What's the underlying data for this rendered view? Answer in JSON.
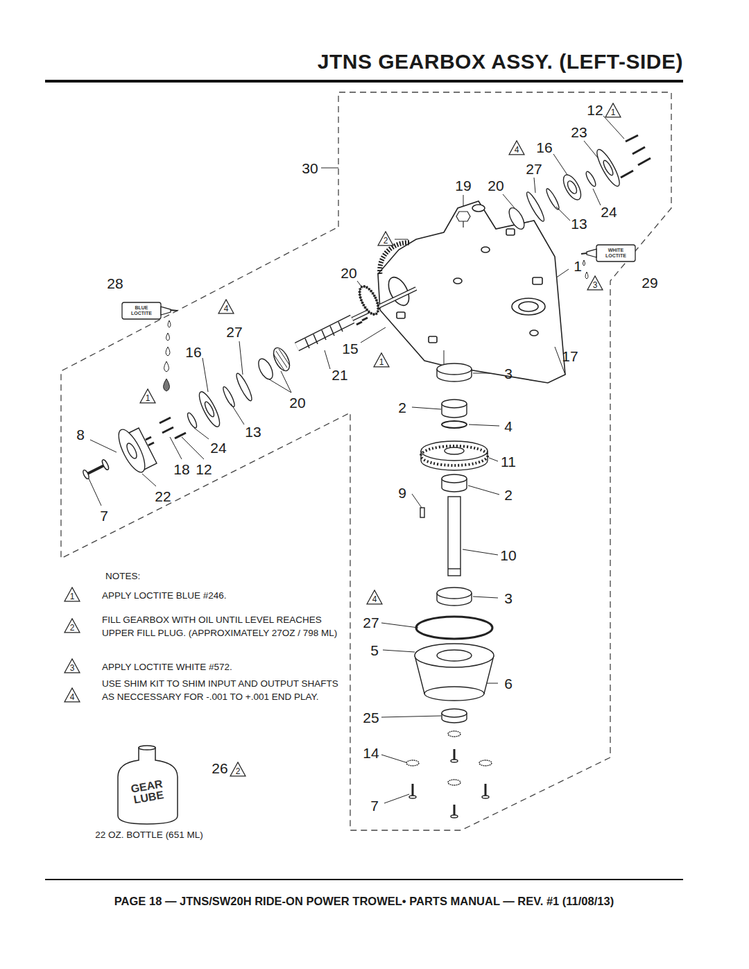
{
  "diagram": {
    "title": "JTNS GEARBOX ASSY. (LEFT-SIDE)",
    "caption": "PAGE 18 — JTNS/SW20H RIDE-ON POWER TROWEL• PARTS MANUAL — REV. #1 (11/08/13)",
    "labels": [
      "12",
      "1",
      "23",
      "4",
      "16",
      "30",
      "27",
      "19",
      "20",
      "24",
      "13",
      "2",
      "WHITE LOCTITE",
      "20",
      "1",
      "3",
      "29",
      "28",
      "BLUE LOCTITE",
      "4",
      "27",
      "16",
      "15",
      "1",
      "17",
      "21",
      "3",
      "1",
      "20",
      "2",
      "4",
      "8",
      "13",
      "24",
      "18",
      "12",
      "11",
      "9",
      "2",
      "22",
      "7",
      "10",
      "NOTES:",
      "1",
      "APPLY LOCTITE BLUE #246.",
      "2",
      "FILL GEARBOX WITH OIL UNTIL LEVEL REACHES UPPER FILL PLUG. (APPROXIMATELY 27OZ / 798 ML)",
      "3",
      "APPLY LOCTITE WHITE #572.",
      "4",
      "USE SHIM KIT TO SHIM INPUT AND OUTPUT SHAFTS AS NECCESSARY FOR -.001 TO +.001 END PLAY.",
      "4",
      "3",
      "27",
      "5",
      "6",
      "25",
      "14",
      "26",
      "2",
      "GEAR LUBE",
      "7",
      "22 OZ. BOTTLE (651 ML)"
    ]
  }
}
